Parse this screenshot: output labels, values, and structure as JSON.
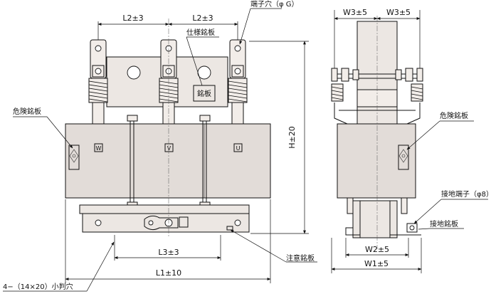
{
  "front_view": {
    "dims": {
      "l2_left": "L2±3",
      "l2_right": "L2±3",
      "l3": "L3±3",
      "l1": "L1±10",
      "h": "H±20"
    },
    "phase_labels": [
      "W",
      "V",
      "U"
    ],
    "callouts": {
      "terminal_hole": "端子穴（φ G）",
      "spec_plate": "仕様銘板",
      "plate_box": "銘板",
      "danger_plate": "危険銘板",
      "caution_plate": "注意銘板",
      "mounting_slot": "4−（14×20）小判穴"
    }
  },
  "side_view": {
    "dims": {
      "w3_left": "W3±5",
      "w3_right": "W3±5",
      "w2": "W2±5",
      "w1": "W1±5"
    },
    "callouts": {
      "danger_plate": "危険銘板",
      "ground_terminal": "接地端子（φ8）",
      "ground_plate": "接地銘板"
    }
  }
}
